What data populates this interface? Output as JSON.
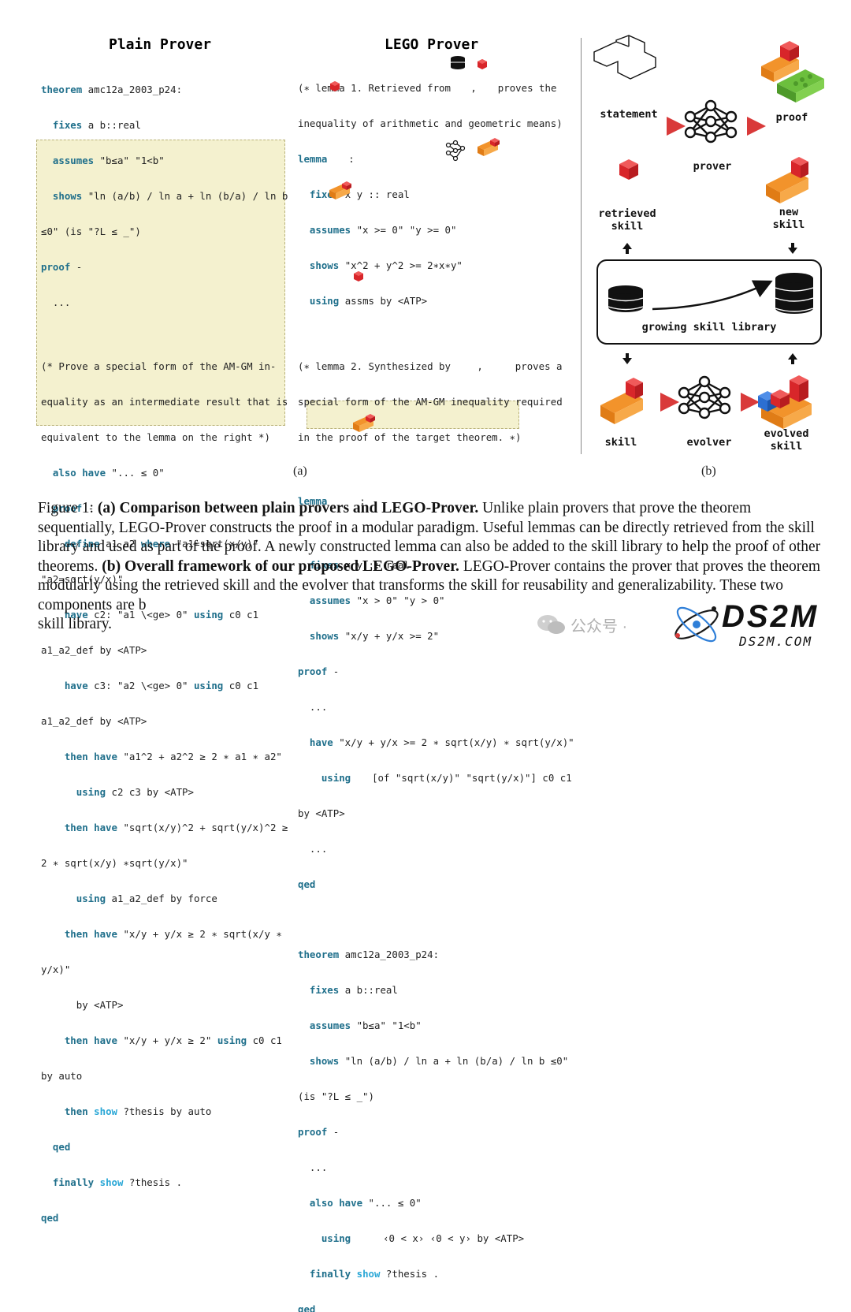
{
  "left_panel": {
    "title": "Plain Prover",
    "pre": [
      [
        "theorem amc12a_2003_p24:",
        "kw-first"
      ],
      [
        "  fixes a b::real",
        "kw-first"
      ],
      [
        "  assumes \"b≤a\" \"1<b\"",
        "kw-first"
      ],
      [
        "  shows \"ln (a/b) / ln a + ln (b/a) / ln b",
        "kw-first"
      ],
      [
        "≤0\" (is \"?L ≤ _\")",
        "plain"
      ],
      [
        "proof -",
        "kw-first"
      ],
      [
        "  ...",
        "plain"
      ]
    ],
    "box": [
      "(* Prove a special form of the AM-GM in-",
      "equality as an intermediate result that is",
      "equivalent to the lemma on the right *)",
      "  also have \"... ≤ 0\"",
      "  proof -",
      "    define a1 a2 where \"a1=sqrt(x/y)\"",
      "\"a2=sqrt(y/x)\"",
      "    have c2: \"a1 \\<ge> 0\" using c0 c1",
      "a1_a2_def by <ATP>",
      "    have c3: \"a2 \\<ge> 0\" using c0 c1",
      "a1_a2_def by <ATP>",
      "    then have \"a1^2 + a2^2 ≥ 2 ∗ a1 ∗ a2\"",
      "      using c2 c3 by <ATP>",
      "    then have \"sqrt(x/y)^2 + sqrt(y/x)^2 ≥",
      "2 ∗ sqrt(x/y) ∗sqrt(y/x)\"",
      "      using a1_a2_def by force",
      "    then have \"x/y + y/x ≥ 2 ∗ sqrt(x/y ∗",
      "y/x)\"",
      "      by <ATP>",
      "    then have \"x/y + y/x ≥ 2\" using c0 c1",
      "by auto",
      "    then show ?thesis by auto",
      "  qed",
      "  finally show ?thesis ."
    ],
    "post": "qed"
  },
  "right_panel": {
    "title": "LEGO Prover",
    "lines": [
      "(∗ lemma 1. Retrieved from    ,   proves the",
      "inequality of arithmetic and geometric means)",
      "lemma   :",
      "  fixes x y :: real",
      "  assumes \"x >= 0\" \"y >= 0\"",
      "  shows \"x^2 + y^2 >= 2∗x∗y\"",
      "  using assms by <ATP>",
      "(∗ lemma 2. Synthesized by      ,      proves a",
      "special form of the AM-GM inequality required",
      "in the proof of the target theorem. ∗)",
      "lemma     :",
      "  fixes x y :: real",
      "  assumes \"x > 0\" \"y > 0\"",
      "  shows \"x/y + y/x >= 2\"",
      "proof -",
      "  ...",
      "  have \"x/y + y/x >= 2 ∗ sqrt(x/y) ∗ sqrt(y/x)\"",
      "    using   [of \"sqrt(x/y)\" \"sqrt(y/x)\"] c0 c1",
      "by <ATP>",
      "  ...",
      "qed",
      "",
      "theorem amc12a_2003_p24:",
      "  fixes a b::real",
      "  assumes \"b≤a\" \"1<b\"",
      "  shows \"ln (a/b) / ln a + ln (b/a) / ln b ≤0\"",
      "(is \"?L ≤ _\")",
      "proof -",
      "  ...",
      "  also have \"... ≤ 0\"",
      "    using     ‹0 < x› ‹0 < y› by <ATP>",
      "  finally show ?thesis .",
      "qed"
    ]
  },
  "sublabel_a": "(a)",
  "sublabel_b": "(b)",
  "framework": {
    "statement": "statement",
    "proof": "proof",
    "prover": "prover",
    "retrieved_skill": "retrieved\nskill",
    "new_skill": "new\nskill",
    "growing_skill_library": "growing skill library",
    "skill": "skill",
    "evolver": "evolver",
    "evolved_skill": "evolved\nskill"
  },
  "caption": {
    "fig": "Figure 1: ",
    "a_bold": "(a) Comparison between plain provers and LEGO-Prover.",
    "a_text": " Unlike plain provers that prove the theorem sequentially, LEGO-Prover constructs the proof in a modular paradigm. Useful lemmas can be directly retrieved from the skill library and used as part of the proof. A newly constructed lemma can also be added to the skill library to help the proof of other theorems. ",
    "b_bold": "(b) Overall framework of our proposed LEGO-Prover.",
    "b_text": " LEGO-Prover contains the prover that proves the theorem modularly using the retrieved skill and the evolver that transforms the skill for reusability and generalizability. These two components are b",
    "b_text_end": "skill library."
  },
  "watermark": {
    "wechat": "公众号 ·",
    "logo_big": "DS2M",
    "logo_small": "DS2M.COM"
  },
  "colors": {
    "code_keyword": "#1f6f8b",
    "show_keyword": "#2aa7d6",
    "highlight_bg": "#f4f1cf",
    "brick_red": "#d8262a",
    "brick_orange": "#f2932b",
    "brick_green": "#6cbf3d",
    "brick_blue": "#2c6fd1",
    "arrow_red": "#d93a3a"
  }
}
